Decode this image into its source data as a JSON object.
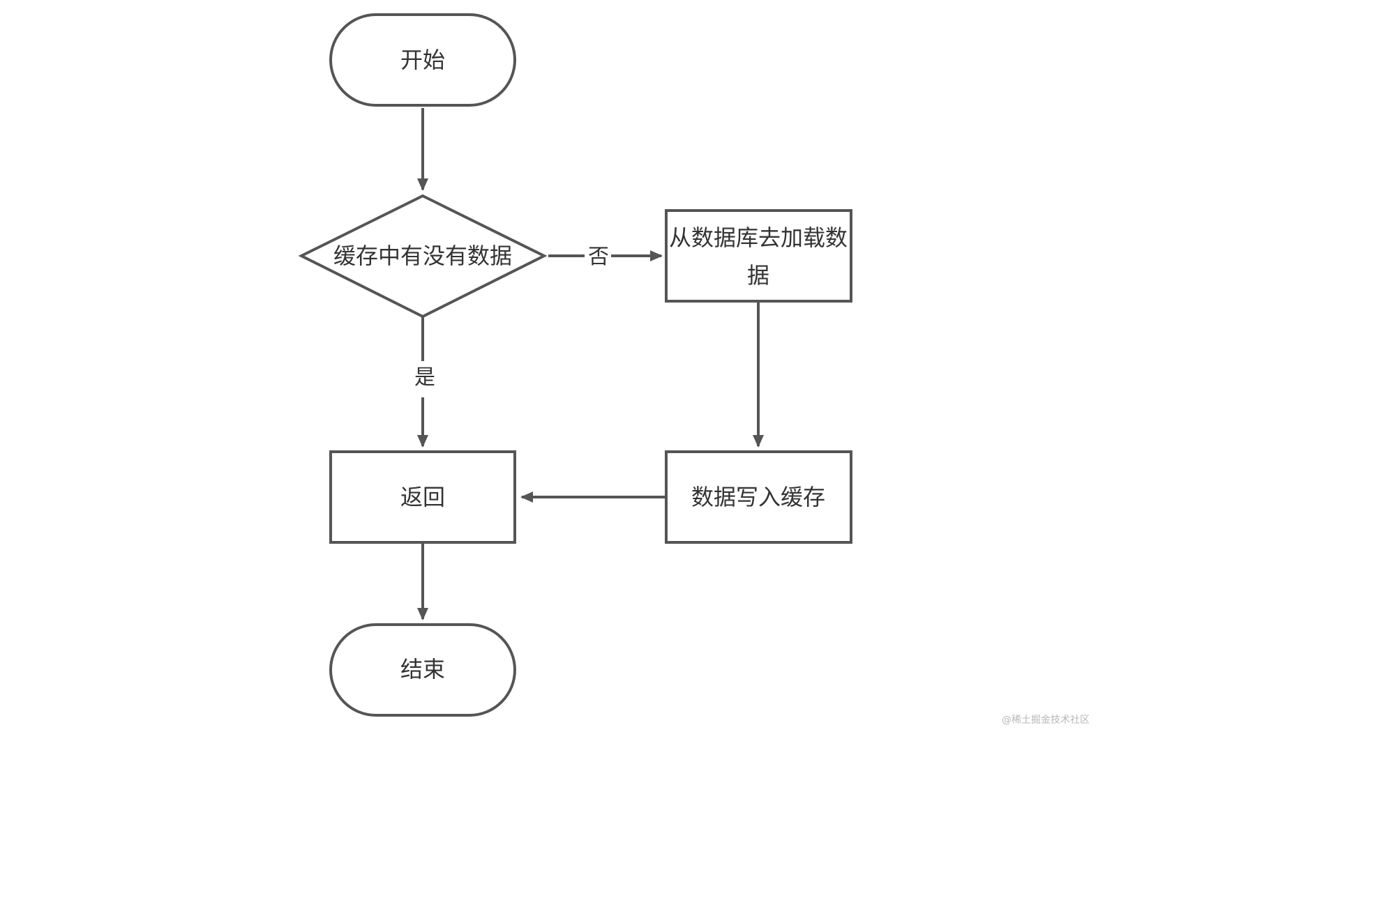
{
  "nodes": {
    "start": "开始",
    "decision": "缓存中有没有数据",
    "load_db_line1": "从数据库去加载数",
    "load_db_line2": "据",
    "return": "返回",
    "write_cache": "数据写入缓存",
    "end": "结束"
  },
  "edges": {
    "no_label": "否",
    "yes_label": "是"
  },
  "watermark": "@稀土掘金技术社区",
  "colors": {
    "stroke": "#555555",
    "text": "#333333",
    "background": "#ffffff"
  }
}
